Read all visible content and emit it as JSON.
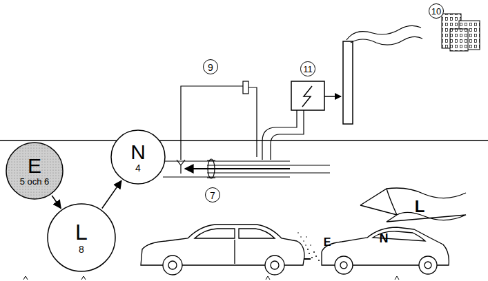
{
  "diagram": {
    "nodes": [
      {
        "text": [
          "E",
          "5 och 6"
        ]
      },
      {
        "text": [
          "N",
          "4"
        ]
      },
      {
        "text": [
          "L",
          "8"
        ]
      }
    ],
    "edges": [
      {
        "from": 0,
        "to": 2,
        "arrow": "to"
      },
      {
        "from": 2,
        "to": 1,
        "arrow": "to"
      }
    ],
    "labels": [
      "9",
      "10",
      "11",
      "7",
      "L",
      "E",
      "N"
    ]
  }
}
